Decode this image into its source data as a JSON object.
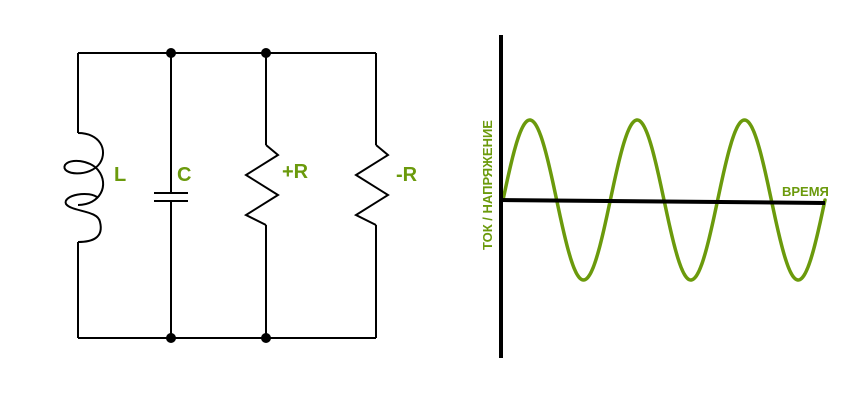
{
  "colors": {
    "wire": "#000000",
    "accent": "#6b9a0c",
    "background": "#ffffff"
  },
  "circuit": {
    "inductor_label": "L",
    "capacitor_label": "C",
    "positive_resistor_label": "+R",
    "negative_resistor_label": "-R"
  },
  "plot": {
    "y_axis_label": "ТОК / НАПРЯЖЕНИЕ",
    "x_axis_label": "ВРЕМЯ",
    "periods": 3,
    "amplitude": 1
  }
}
